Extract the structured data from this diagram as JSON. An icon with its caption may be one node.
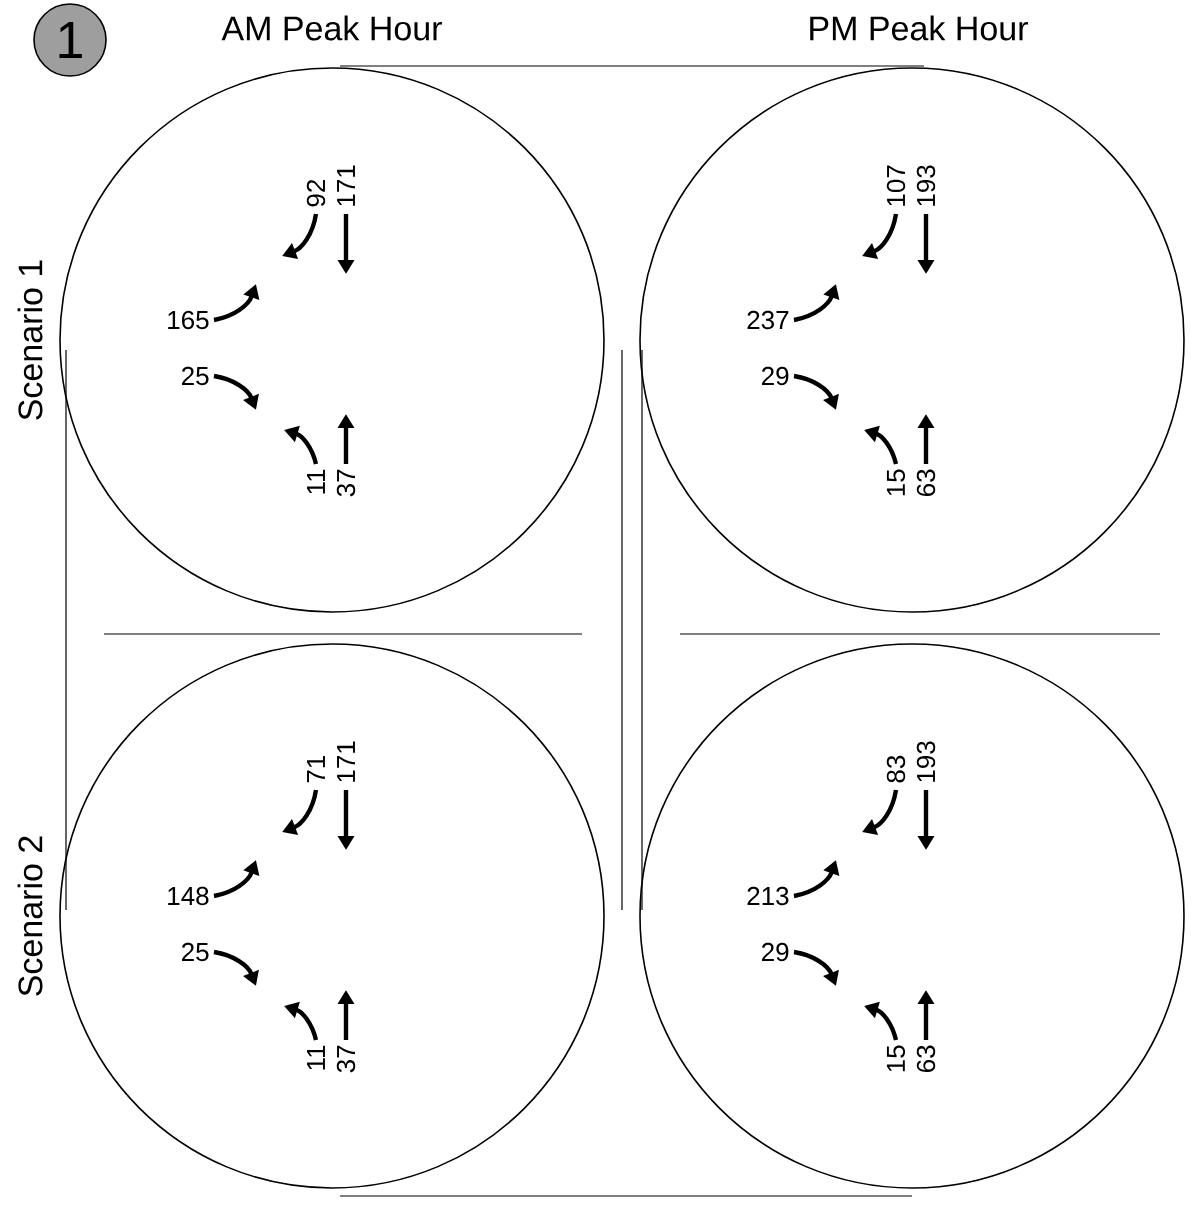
{
  "diagram": {
    "nodes": [
      {
        "text": [
          "1"
        ]
      },
      {
        "text": [],
        "shape": "circle"
      },
      {
        "text": [],
        "shape": "circle"
      },
      {
        "text": [],
        "shape": "circle"
      },
      {
        "text": [],
        "shape": "circle"
      }
    ],
    "labels": [
      "AM Peak Hour",
      "PM Peak Hour",
      "Scenario 1",
      "92",
      "171",
      "165",
      "25",
      "11",
      "37",
      "107",
      "193",
      "237",
      "29",
      "15",
      "63",
      "Scenario 2",
      "71",
      "171",
      "148",
      "25",
      "11",
      "37",
      "83",
      "193",
      "213",
      "29",
      "15",
      "63"
    ]
  }
}
